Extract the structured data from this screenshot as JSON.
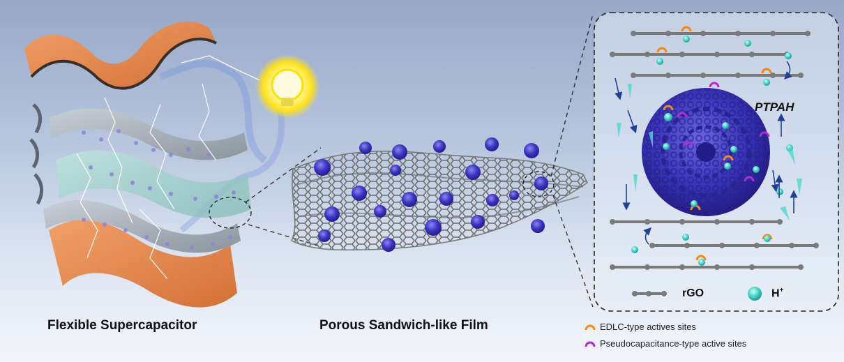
{
  "captions": {
    "left": "Flexible Supercapacitor",
    "middle": "Porous Sandwich-like Film"
  },
  "inset": {
    "particle_label": "PTPAH",
    "legend_rgo": "rGO",
    "legend_h_base": "H",
    "legend_h_sup": "+"
  },
  "legend": {
    "edlc": "EDLC-type actives sites",
    "pseudo": "Pseudocapacitance-type active sites"
  },
  "colors": {
    "copper": "#e48a4e",
    "graphene": "#7d7d7d",
    "ptpah": "#3a33b8",
    "proton": "#49d6c9",
    "edlc_arc": "#f08a1c",
    "pseudo_arc": "#b42bd0",
    "arrow": "#1f3f98"
  }
}
